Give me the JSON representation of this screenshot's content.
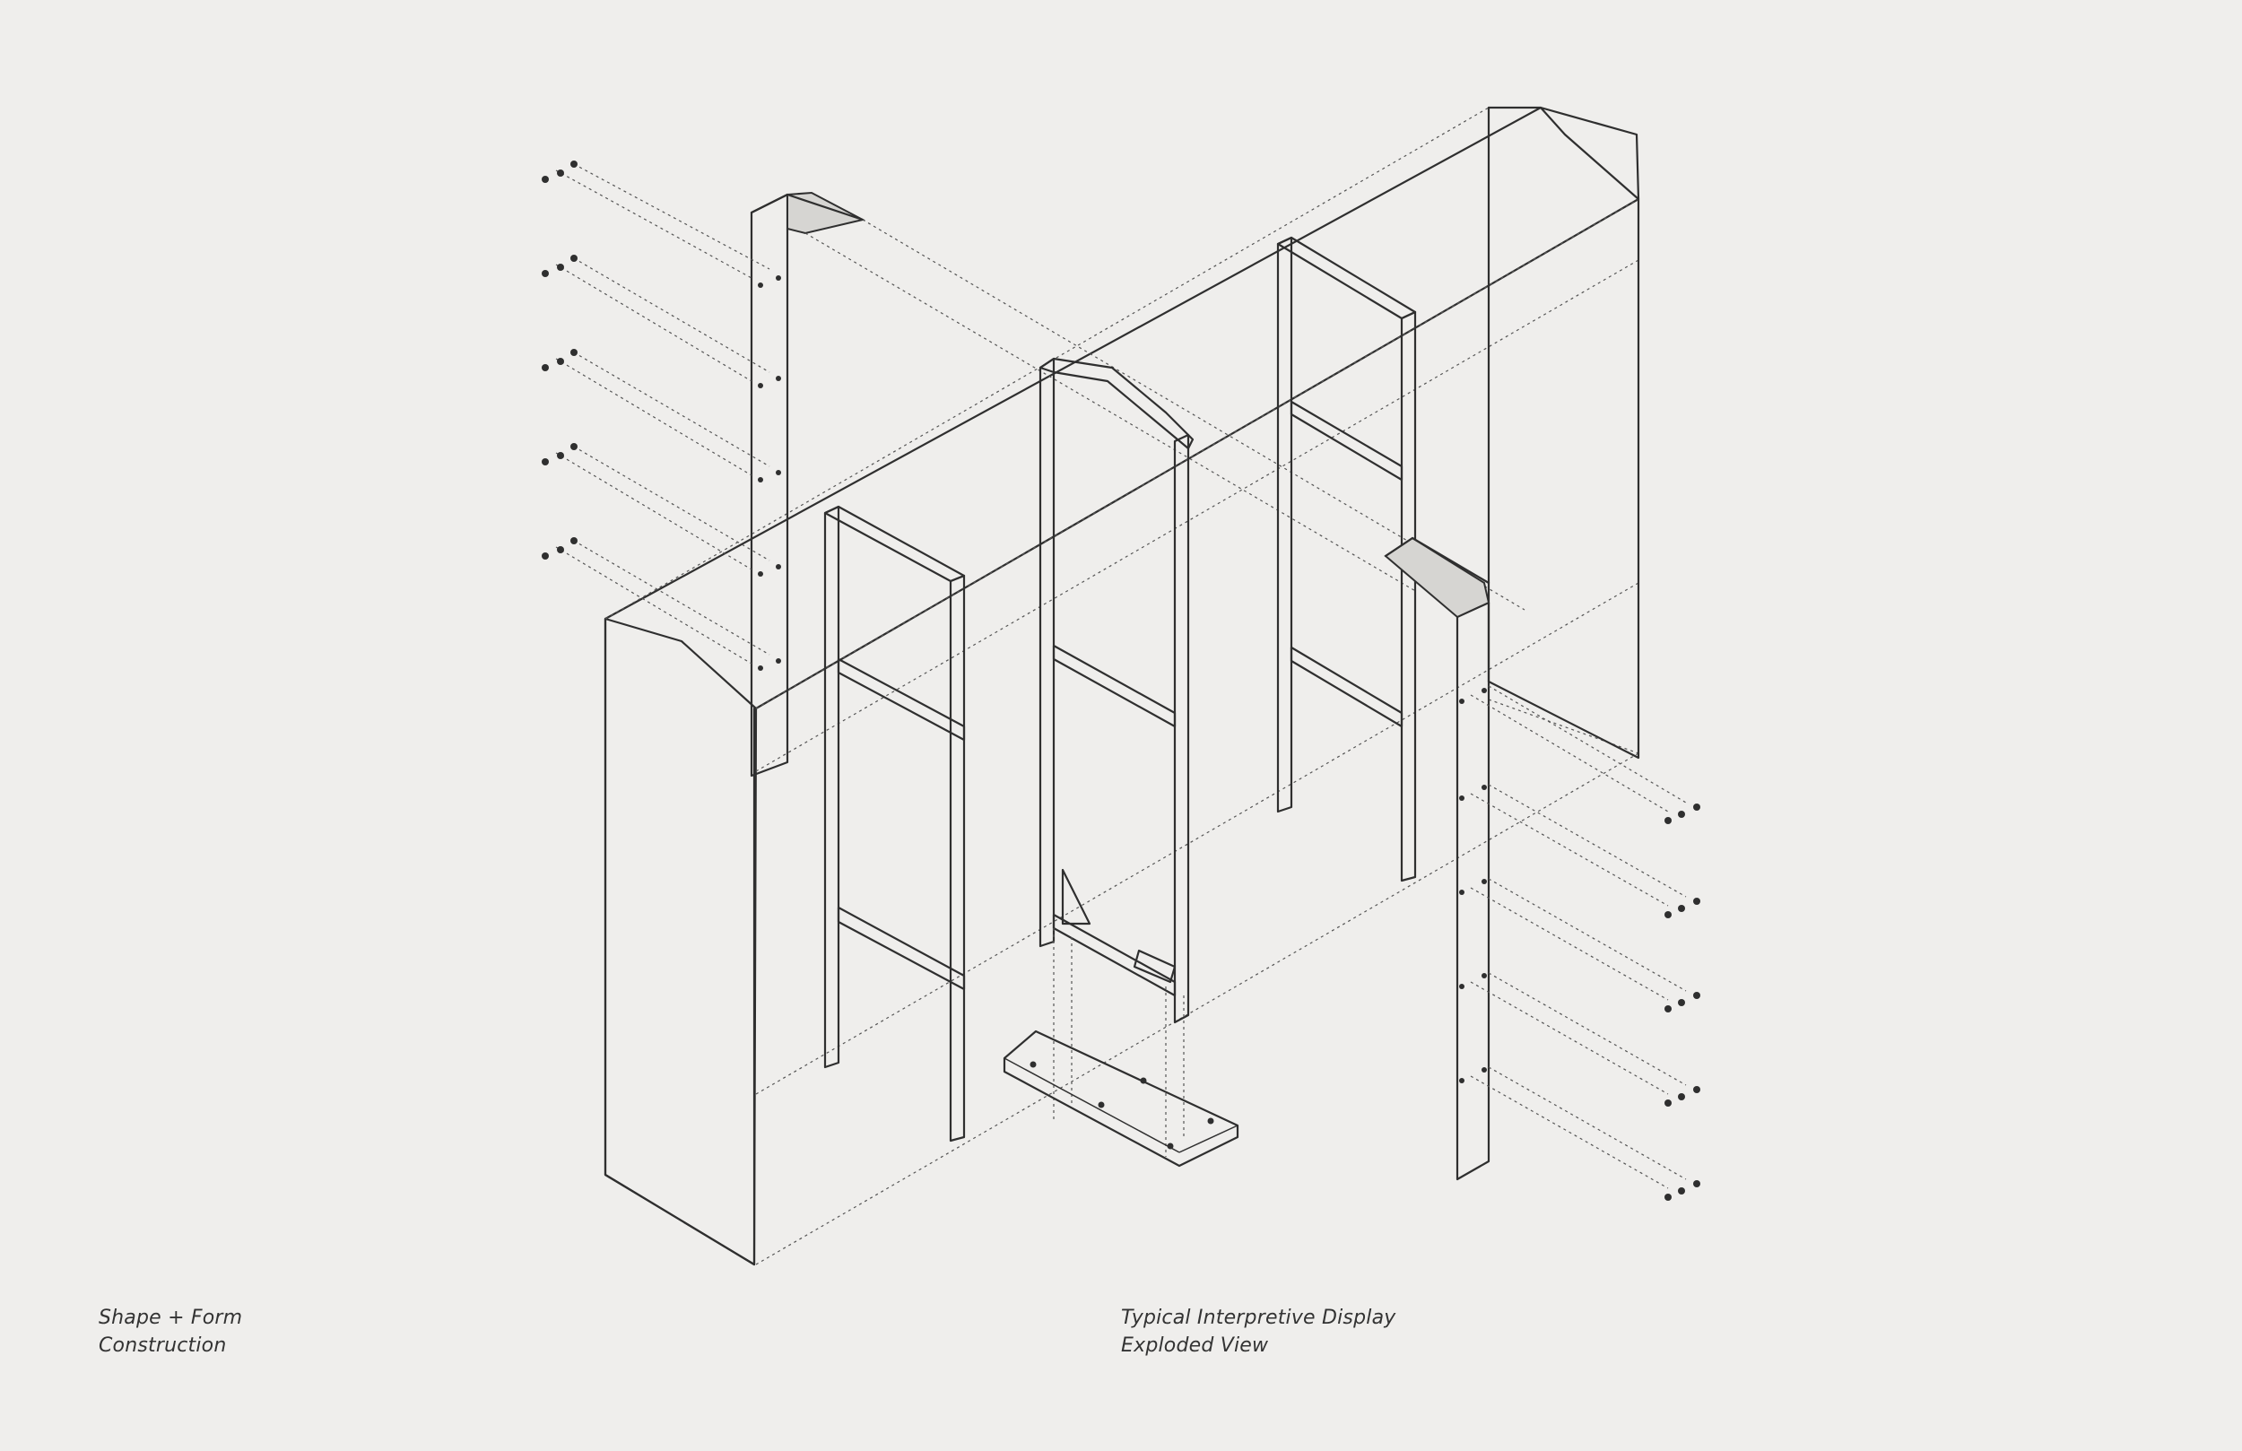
{
  "captions": {
    "left": {
      "line1": "Shape + Form",
      "line2": "Construction"
    },
    "right": {
      "line1": "Typical Interpretive Display",
      "line2": "Exploded View"
    }
  },
  "colors": {
    "background": "#efeeec",
    "ink": "#2f2f2f"
  }
}
